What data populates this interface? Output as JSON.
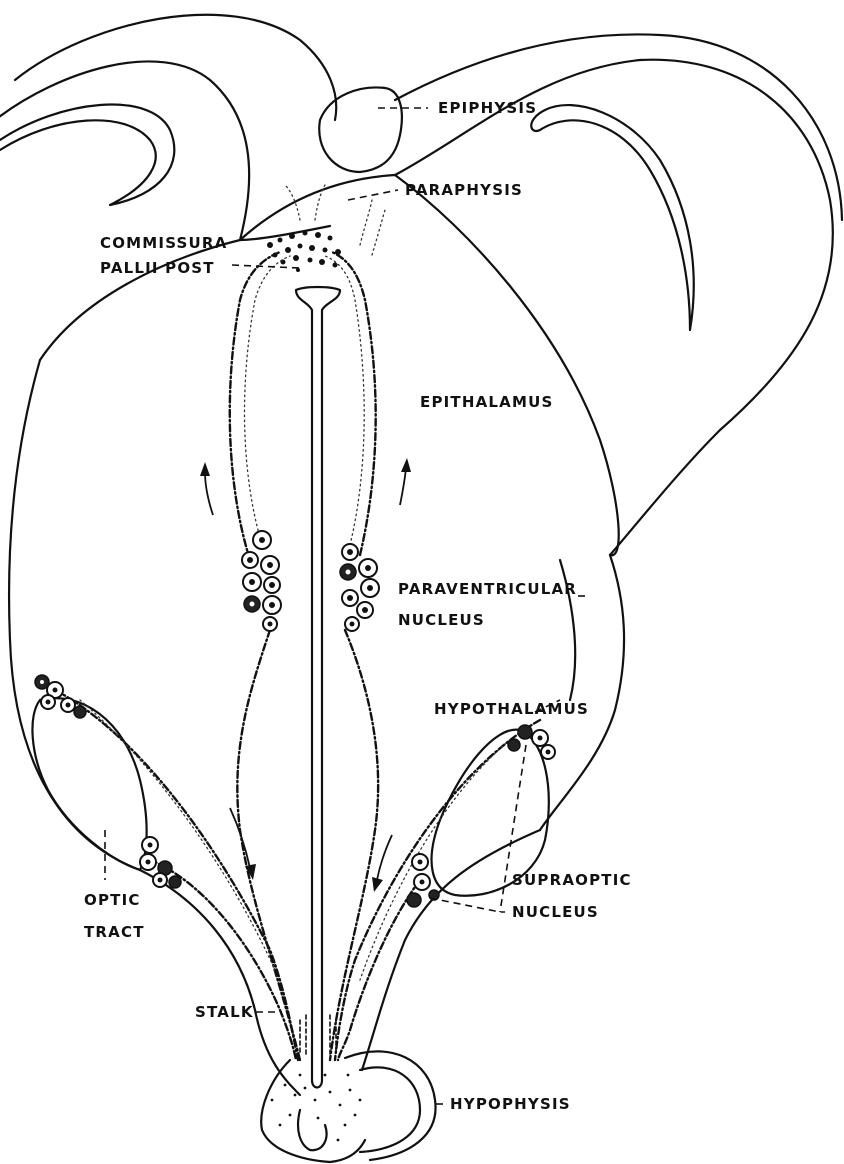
{
  "labels": {
    "epiphysis": "EPIPHYSIS",
    "paraphysis": "PARAPHYSIS",
    "commissura_line1": "COMMISSURA",
    "commissura_line2": "PALLII POST",
    "epithalamus": "EPITHALAMUS",
    "paraventricular_line1": "PARAVENTRICULAR",
    "paraventricular_line2": "NUCLEUS",
    "hypothalamus": "HYPOTHALAMUS",
    "supraoptic_line1": "SUPRAOPTIC",
    "supraoptic_line2": "NUCLEUS",
    "optic_line1": "OPTIC",
    "optic_line2": "TRACT",
    "stalk": "STALK",
    "hypophysis": "HYPOPHYSIS"
  }
}
